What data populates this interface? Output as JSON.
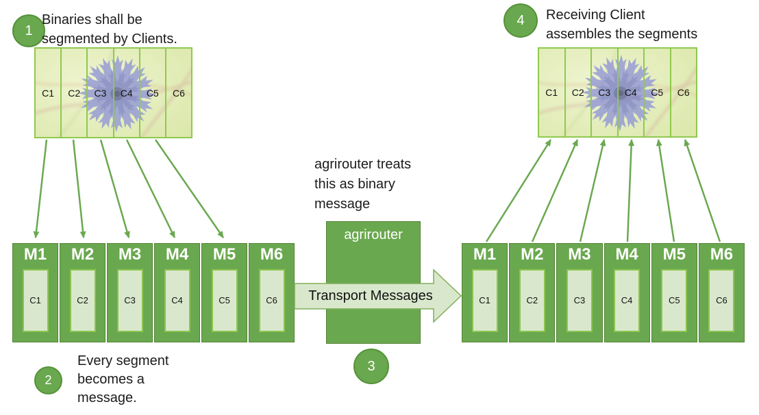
{
  "steps": [
    {
      "number": "1",
      "lines": [
        "Binaries shall be",
        "segmented by Clients."
      ]
    },
    {
      "number": "2",
      "lines": [
        "Every segment",
        "becomes a",
        "message."
      ]
    },
    {
      "number": "3",
      "lines": []
    },
    {
      "number": "4",
      "lines": [
        "Receiving Client",
        "assembles the segments"
      ]
    }
  ],
  "source_image": {
    "segments": [
      "C1",
      "C2",
      "C3",
      "C4",
      "C5",
      "C6"
    ]
  },
  "dest_image": {
    "segments": [
      "C1",
      "C2",
      "C3",
      "C4",
      "C5",
      "C6"
    ]
  },
  "left_messages": [
    {
      "label": "M1",
      "segment": "C1"
    },
    {
      "label": "M2",
      "segment": "C2"
    },
    {
      "label": "M3",
      "segment": "C3"
    },
    {
      "label": "M4",
      "segment": "C4"
    },
    {
      "label": "M5",
      "segment": "C5"
    },
    {
      "label": "M6",
      "segment": "C6"
    }
  ],
  "right_messages": [
    {
      "label": "M1",
      "segment": "C1"
    },
    {
      "label": "M2",
      "segment": "C2"
    },
    {
      "label": "M3",
      "segment": "C3"
    },
    {
      "label": "M4",
      "segment": "C4"
    },
    {
      "label": "M5",
      "segment": "C5"
    },
    {
      "label": "M6",
      "segment": "C6"
    }
  ],
  "agrirouter": {
    "box_label": "agrirouter",
    "note_lines": [
      "agrirouter treats",
      "this as binary",
      "message"
    ],
    "transport_label": "Transport Messages"
  },
  "colors": {
    "accent_green": "#6aa84f",
    "light_green_fill": "#d9e8cc",
    "bright_green_border": "#8cc44f",
    "dark_green_border": "#538235",
    "segment_line": "#8fc94e",
    "flower_purple": "#9298d6",
    "text": "#1b1b1b"
  }
}
